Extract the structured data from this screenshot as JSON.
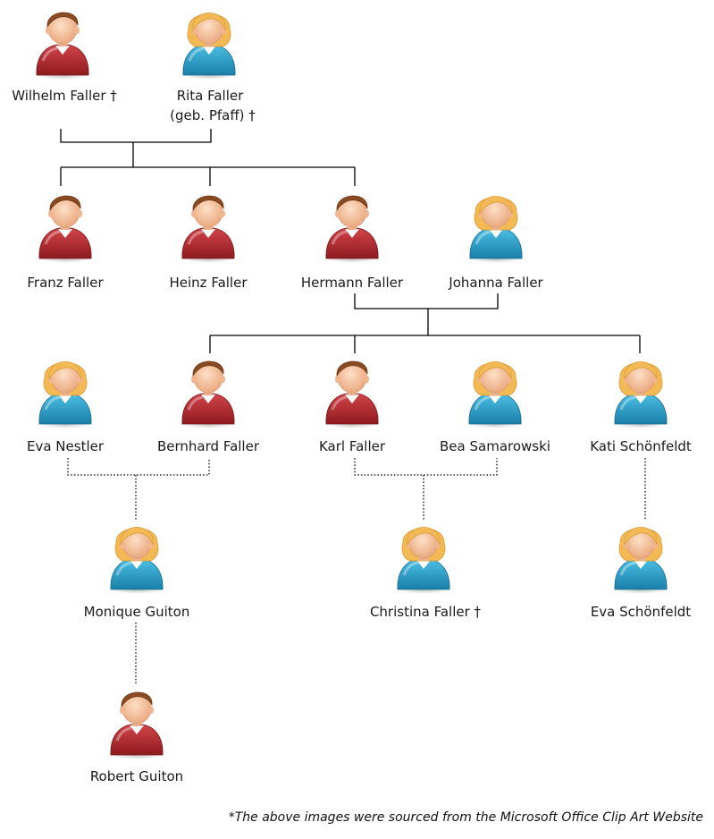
{
  "colors": {
    "male_shirt": "#b3262b",
    "female_shirt": "#2b9fc7",
    "male_hair": "#8a4a22",
    "female_hair": "#f2b955",
    "skin": "#f6c7a0",
    "line": "#000000"
  },
  "people": {
    "wilhelm": {
      "name": "Wilhelm Faller †",
      "gender": "male"
    },
    "rita": {
      "name": "Rita Faller",
      "name2": "(geb. Pfaff) †",
      "gender": "female"
    },
    "franz": {
      "name": "Franz Faller",
      "gender": "male"
    },
    "heinz": {
      "name": "Heinz Faller",
      "gender": "male"
    },
    "hermann": {
      "name": "Hermann Faller",
      "gender": "male"
    },
    "johanna": {
      "name": "Johanna Faller",
      "gender": "female"
    },
    "eva_n": {
      "name": "Eva Nestler",
      "gender": "female"
    },
    "bernhard": {
      "name": "Bernhard Faller",
      "gender": "male"
    },
    "karl": {
      "name": "Karl Faller",
      "gender": "male"
    },
    "bea": {
      "name": "Bea Samarowski",
      "gender": "female"
    },
    "kati": {
      "name": "Kati Schönfeldt",
      "gender": "female"
    },
    "monique": {
      "name": "Monique Guiton",
      "gender": "female"
    },
    "christina": {
      "name": "Christina Faller †",
      "gender": "female"
    },
    "eva_s": {
      "name": "Eva Schönfeldt",
      "gender": "female"
    },
    "robert": {
      "name": "Robert Guiton",
      "gender": "male"
    }
  },
  "caption": "*The above images were sourced from the Microsoft Office Clip Art Website"
}
